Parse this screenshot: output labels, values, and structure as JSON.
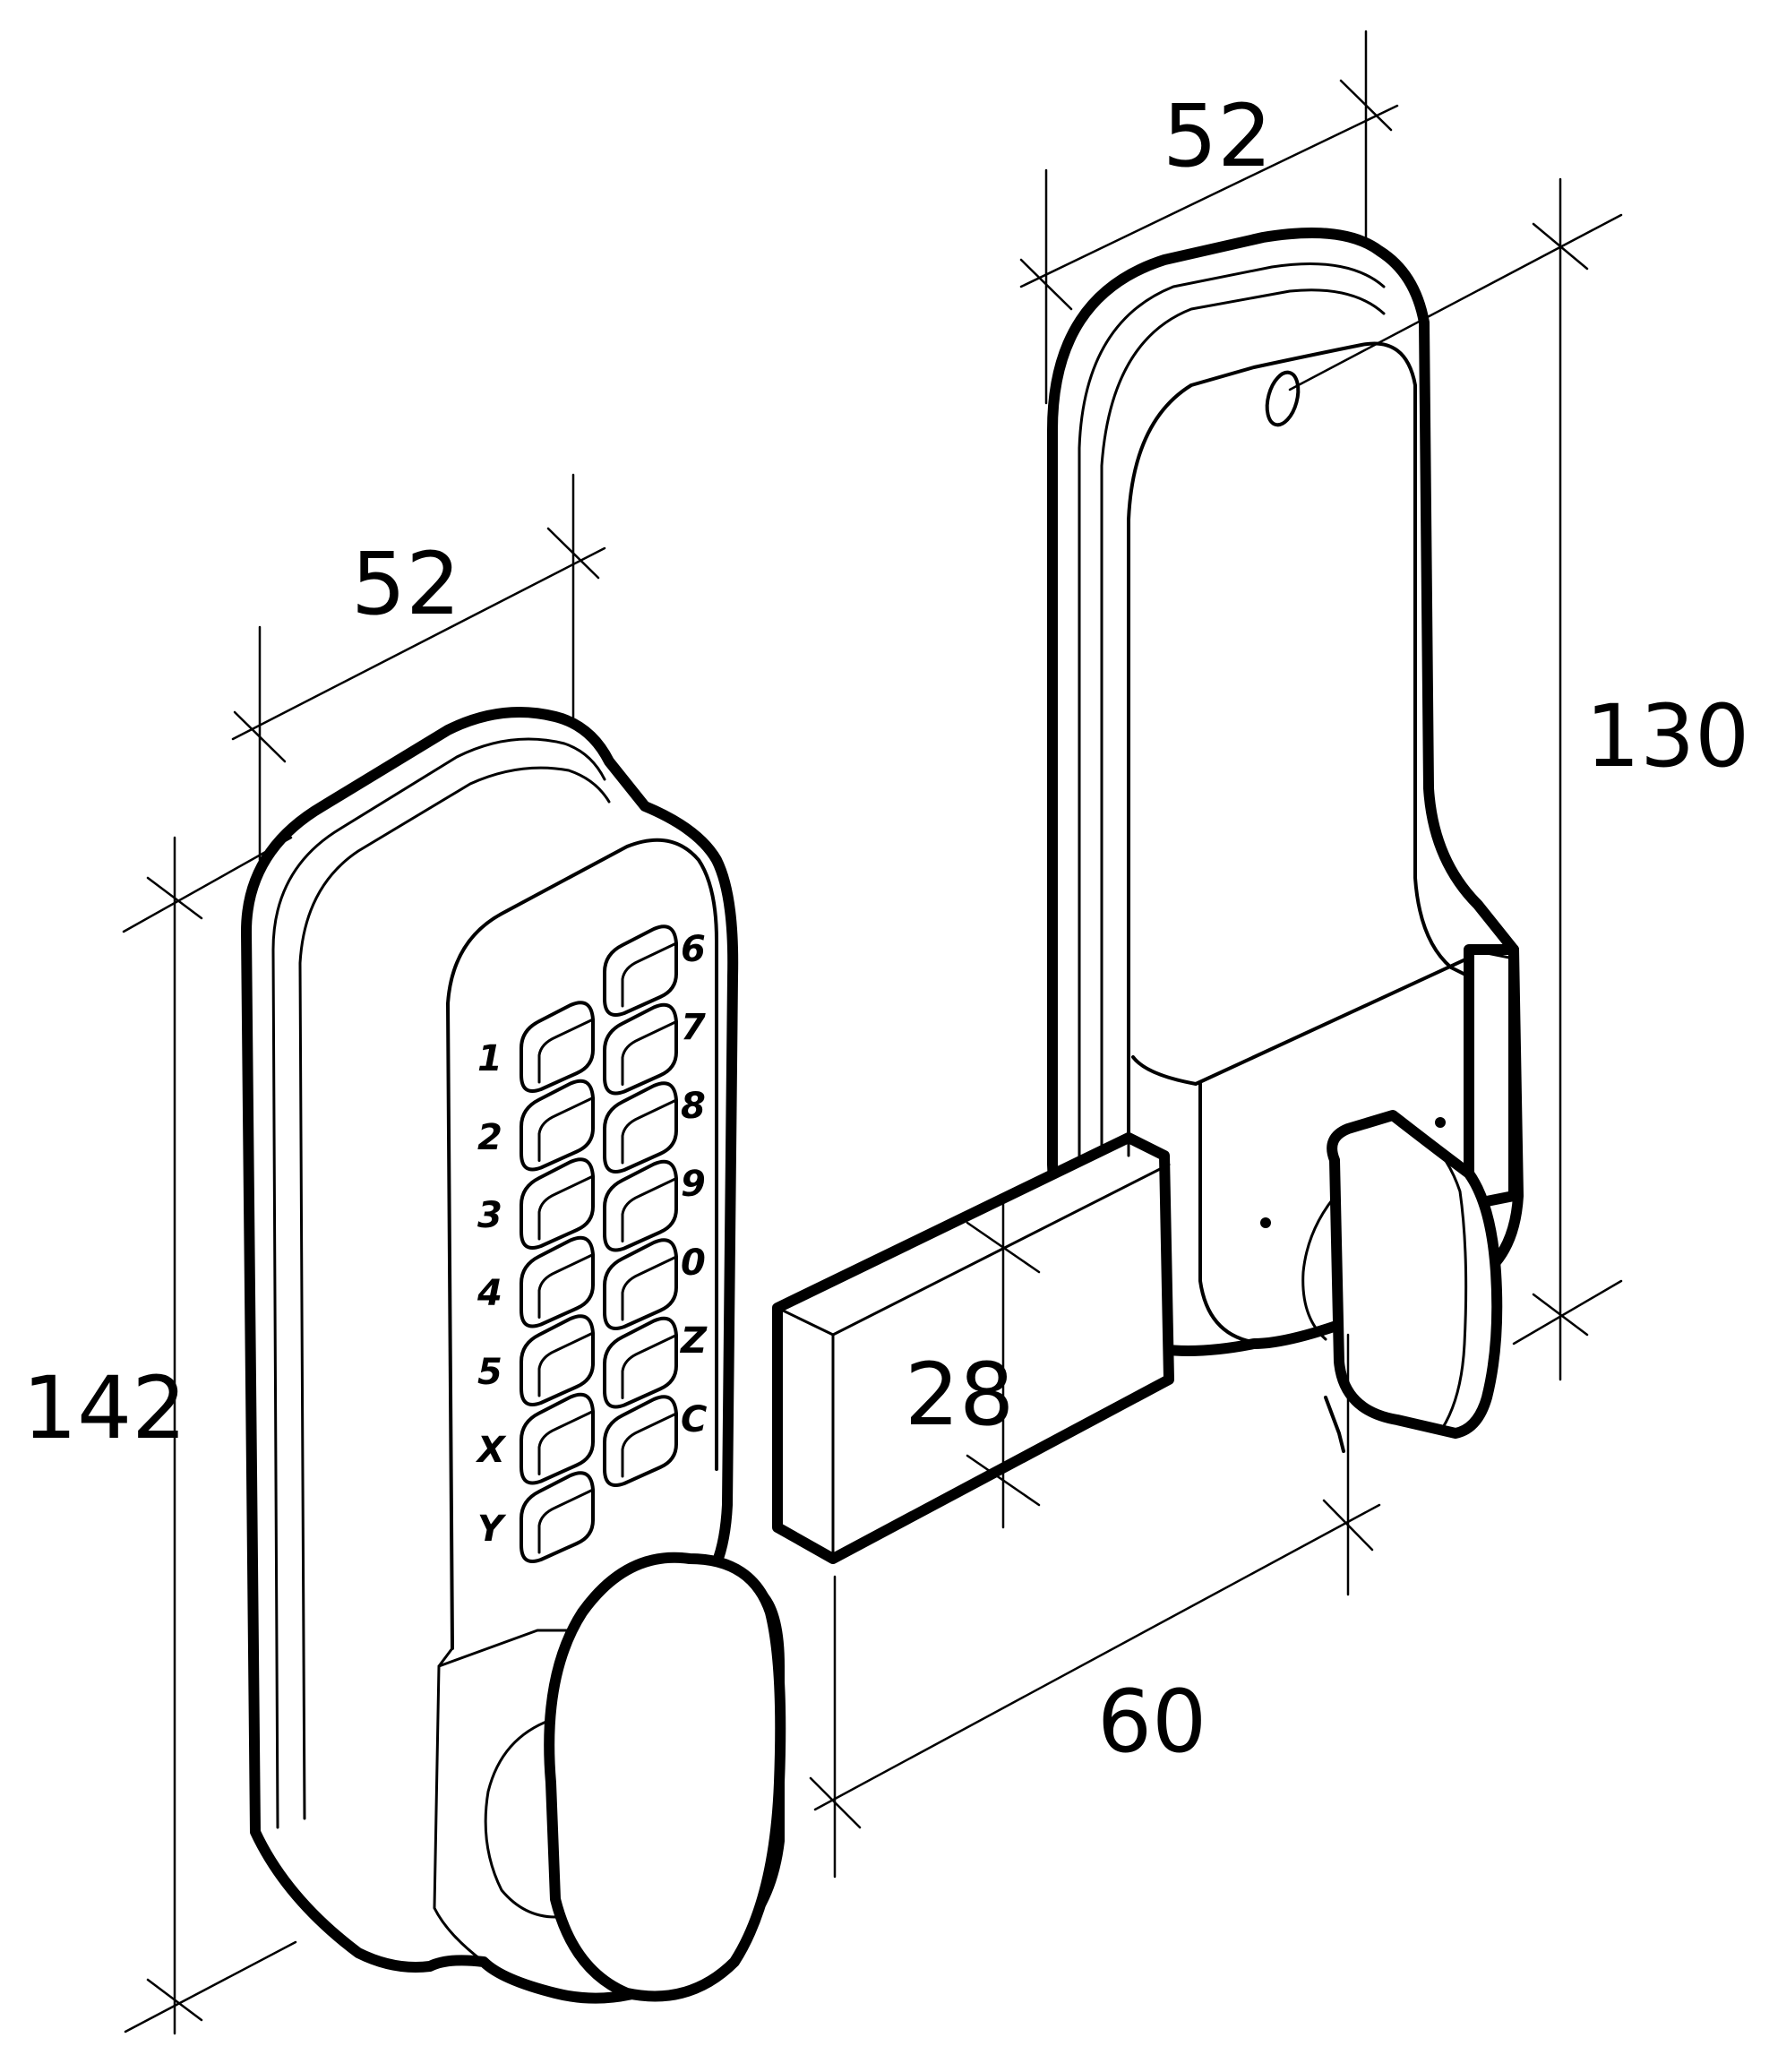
{
  "dimensions": {
    "front_width": "52",
    "back_width": "52",
    "front_height": "142",
    "back_height": "130",
    "bolt_height": "28",
    "bolt_depth": "60"
  },
  "keypad": {
    "left_keys": [
      "1",
      "2",
      "3",
      "4",
      "5",
      "X",
      "Y"
    ],
    "right_keys": [
      "6",
      "7",
      "8",
      "9",
      "0",
      "Z",
      "C"
    ]
  }
}
